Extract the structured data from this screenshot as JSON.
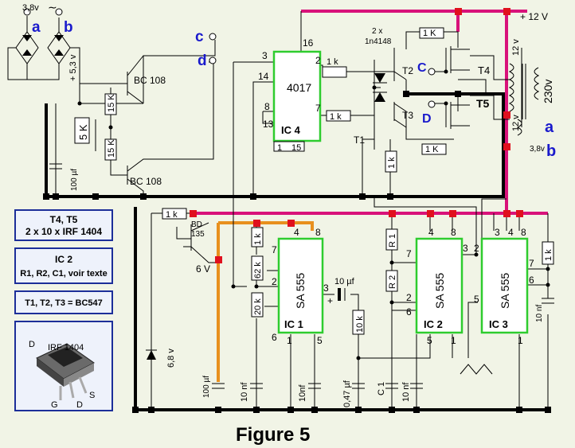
{
  "figure_caption": "Figure 5",
  "supply": {
    "ac_in": "3,8v",
    "vcc_label": "+ 12 V",
    "rail_53": "+ 5,3 v"
  },
  "terminals": {
    "a": "a",
    "b": "b",
    "c": "c",
    "d": "d",
    "C": "C",
    "D": "D"
  },
  "ics": {
    "ic4": {
      "part": "4017",
      "name": "IC 4",
      "pins": [
        "3",
        "14",
        "8",
        "13",
        "1",
        "15",
        "16",
        "2",
        "7"
      ]
    },
    "ic1": {
      "part": "SA 555",
      "name": "IC 1",
      "pins": [
        "4",
        "8",
        "7",
        "2",
        "6",
        "1",
        "5",
        "3"
      ]
    },
    "ic2": {
      "part": "SA 555",
      "name": "IC 2",
      "pins": [
        "4",
        "8",
        "7",
        "2",
        "6",
        "3",
        "5",
        "1"
      ]
    },
    "ic3": {
      "part": "SA 555",
      "name": "IC 3",
      "pins": [
        "3",
        "4",
        "8",
        "2",
        "7",
        "6",
        "5",
        "1"
      ]
    }
  },
  "transistors": {
    "bc108_top": "BC 108",
    "bc108_bottom": "BC 108",
    "bd135": "BD",
    "bd135_num": "135",
    "t1": "T1",
    "t2": "T2",
    "t3": "T3",
    "t4": "T4",
    "t5": "T5"
  },
  "diodes": {
    "count": "2 x",
    "part": "1n4148"
  },
  "resistors": {
    "r15k_a": "15 K",
    "r15k_b": "15 K",
    "pot5k": "5 K",
    "r1k_top": "1 K",
    "r1k_ic4a": "1 k",
    "r1k_ic4b": "1 k",
    "r1k_t1": "1 k",
    "r1k_t5": "1 K",
    "r1k_bd": "1 k",
    "r1k_ic1": "1 k",
    "r62k": "62 k",
    "pot20k": "20 k",
    "r10k": "10 k",
    "r1": "R 1",
    "r2": "R 2",
    "r1k_ic3": "1 k"
  },
  "capacitors": {
    "c100uf_a": "100 µf",
    "c10uf": "10 µf",
    "c100uf_b": "100 µf",
    "c10nf_a": "10 nf",
    "c10nf_b": "10nf",
    "c047": "0,47 µf",
    "c1": "C 1",
    "c10nf_c": "10 nf",
    "c10nf_d": "10 nf"
  },
  "zener": {
    "value": "6,8 v"
  },
  "node_6v": "6 V",
  "transformer": {
    "v12a": "12 v",
    "v12b": "12 v",
    "v230": "230v",
    "v38": "3,8v"
  },
  "legend": {
    "power": [
      "T4, T5",
      "2 x 10 x IRF 1404"
    ],
    "ic2": [
      "IC 2",
      "R1, R2, C1, voir texte"
    ],
    "small": "T1, T2, T3 = BC547",
    "mosfet": {
      "part": "IRF 1404",
      "g": "G",
      "d1": "D",
      "d2": "D",
      "s": "S"
    }
  },
  "colors": {
    "vcc_rail": "#d8127a",
    "osc_rail": "#e8901e",
    "ic_outline": "#2ecc2e",
    "legend_border": "#1c2e99",
    "term_text": "#1a1acc"
  }
}
